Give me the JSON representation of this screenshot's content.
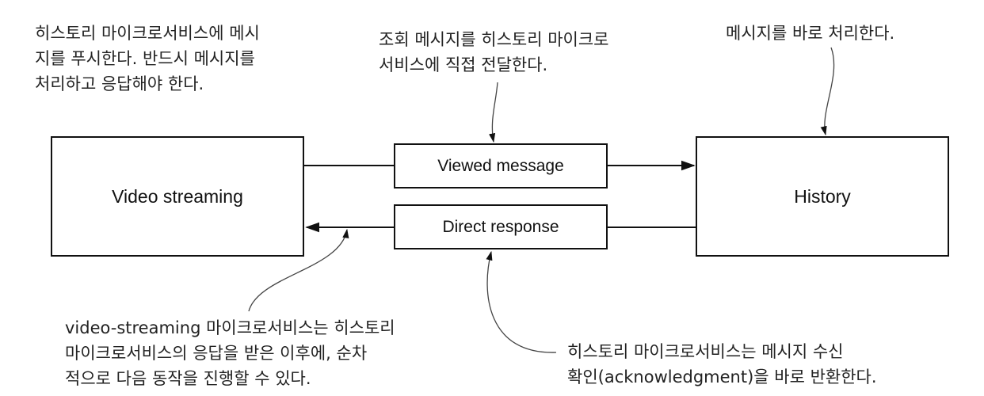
{
  "nodes": {
    "video_streaming": "Video streaming",
    "history": "History",
    "viewed_message": "Viewed message",
    "direct_response": "Direct response"
  },
  "notes": {
    "top_left": "히스토리 마이크로서비스에 메시\n지를 푸시한다. 반드시 메시지를\n처리하고 응답해야 한다.",
    "top_center": "조회 메시지를 히스토리 마이크로\n서비스에 직접 전달한다.",
    "top_right": "메시지를 바로 처리한다.",
    "bottom_left": "video-streaming 마이크로서비스는 히스토리\n마이크로서비스의 응답을 받은 이후에, 순차\n적으로 다음 동작을 진행할 수 있다.",
    "bottom_right": "히스토리 마이크로서비스는 메시지 수신\n확인(acknowledgment)을 바로 반환한다."
  }
}
